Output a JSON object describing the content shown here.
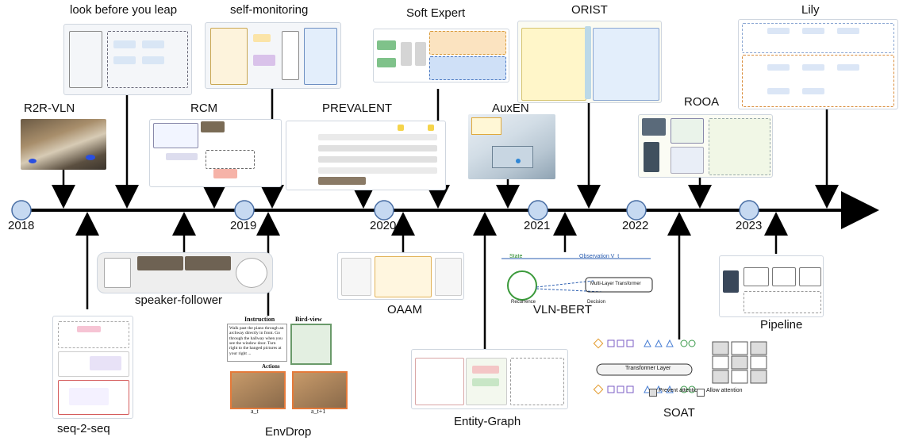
{
  "timeline": {
    "years": [
      "2018",
      "2019",
      "2020",
      "2021",
      "2022",
      "2023"
    ]
  },
  "methods": {
    "look_before_you_leap": "look before you leap",
    "self_monitoring": "self-monitoring",
    "soft_expert": "Soft Expert",
    "orist": "ORIST",
    "lily": "Lily",
    "r2r_vln": "R2R-VLN",
    "rcm": "RCM",
    "prevalent": "PREVALENT",
    "auxen": "AuxEN",
    "rooa": "ROOA",
    "speaker_follower": "speaker-follower",
    "oaam": "OAAM",
    "vln_bert": "VLN-BERT",
    "pipeline": "Pipeline",
    "soat": "SOAT",
    "seq2seq": "seq-2-seq",
    "envdrop": "EnvDrop",
    "entity_graph": "Entity-Graph"
  },
  "figure_text": {
    "envdrop_instruction_title": "Instruction",
    "envdrop_birdview_title": "Bird-view",
    "envdrop_actions_title": "Actions",
    "envdrop_instruction_body": "Walk past the piano through an archway directly in front. Go through the hallway when you see the window door. Turn right to the hanged pictures at your right ...",
    "envdrop_at": "a_t",
    "envdrop_at1": "a_t+1",
    "vlnbert_state": "State",
    "vlnbert_observation": "Observation V_t",
    "vlnbert_transformer": "Multi-Layer Transformer",
    "vlnbert_recurrence": "Recurrence",
    "vlnbert_decision": "Decision",
    "soat_transformer": "Transformer Layer",
    "soat_prevent": "Prevent attention",
    "soat_allow": "Allow attention"
  }
}
